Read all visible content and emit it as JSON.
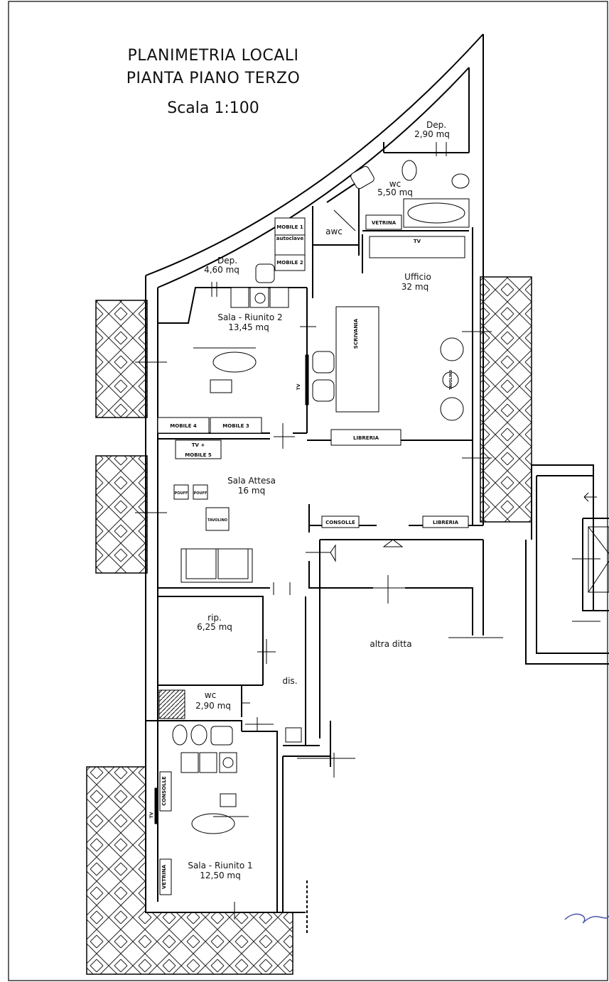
{
  "title": {
    "line1": "PLANIMETRIA LOCALI",
    "line2": "PIANTA PIANO TERZO",
    "scale": "Scala 1:100"
  },
  "rooms": {
    "dep_top": {
      "name": "Dep.",
      "area": "2,90 mq"
    },
    "wc_top": {
      "name": "wc",
      "area": "5,50 mq"
    },
    "awc": {
      "name": "awc"
    },
    "dep_left": {
      "name": "Dep.",
      "area": "4,60 mq"
    },
    "ufficio": {
      "name": "Ufficio",
      "area": "32 mq"
    },
    "sala_riunito_2": {
      "name": "Sala - Riunito 2",
      "area": "13,45 mq"
    },
    "sala_attesa": {
      "name": "Sala Attesa",
      "area": "16 mq"
    },
    "rip": {
      "name": "rip.",
      "area": "6,25 mq"
    },
    "altra_ditta": {
      "name": "altra ditta"
    },
    "dis": {
      "name": "dis."
    },
    "wc_bottom": {
      "name": "wc",
      "area": "2,90 mq"
    },
    "sala_riunito_1": {
      "name": "Sala - Riunito 1",
      "area": "12,50 mq"
    }
  },
  "furniture": {
    "mobile1": "MOBILE 1",
    "autoclave": "autoclave",
    "mobile2": "MOBILE 2",
    "vetrina_top": "VETRINA",
    "tv_top": "TV",
    "scrivania": "SCRIVANIA",
    "tavolino_round": "TAVOLINO",
    "tv_side": "TV",
    "mobile4": "MOBILE 4",
    "mobile3": "MOBILE 3",
    "libreria_mid": "LIBRERIA",
    "tv_plus": "TV +",
    "mobile5": "MOBILE 5",
    "pouff1": "POUFF",
    "pouff2": "POUFF",
    "tavolino": "TAVOLINO",
    "consolle_mid": "CONSOLLE",
    "libreria_bottom": "LIBRERIA",
    "consolle_bottom": "CONSOLLE",
    "tv_bottom": "TV",
    "vetrina_bottom": "VETRINA"
  }
}
